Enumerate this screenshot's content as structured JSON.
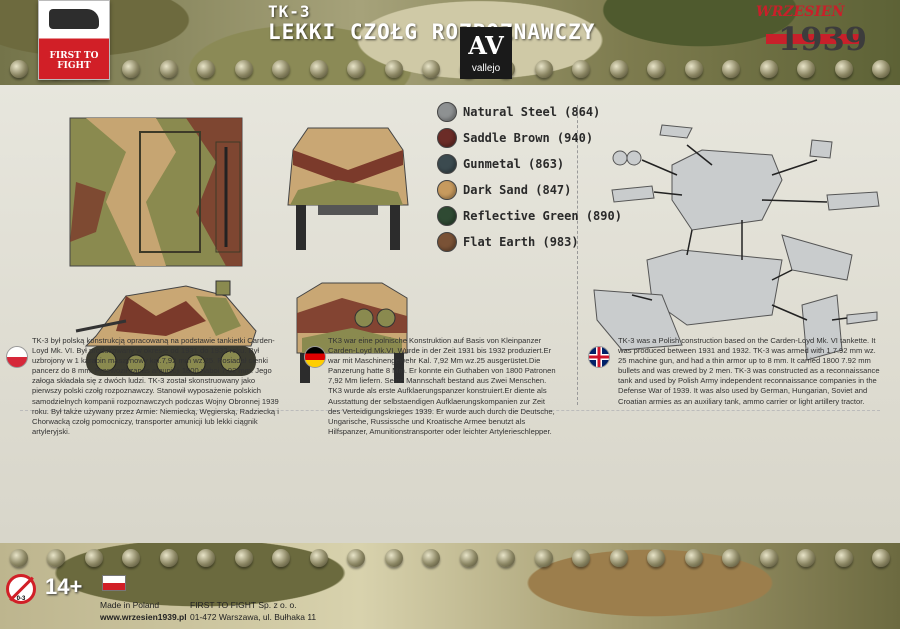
{
  "header": {
    "title_line1": "TK-3",
    "title_line2": "LEKKI CZOŁG ROZPOZNAWCZY",
    "logo_left_text": "FIRST TO FIGHT",
    "logo_right_text": "WRZESIEŃ",
    "logo_right_year": "1939"
  },
  "paint_brand": {
    "mark": "AV",
    "name": "vallejo"
  },
  "paints": [
    {
      "label": "Natural Steel (864)",
      "color": "#8e9192"
    },
    {
      "label": "Saddle Brown (940)",
      "color": "#6b2c27"
    },
    {
      "label": "Gunmetal (863)",
      "color": "#3b4a4f"
    },
    {
      "label": "Dark Sand (847)",
      "color": "#c79a5e"
    },
    {
      "label": "Reflective Green (890)",
      "color": "#2f4a33"
    },
    {
      "label": "Flat Earth (983)",
      "color": "#7a5236"
    }
  ],
  "descriptions": {
    "pl": "TK-3 był polską konstrukcją opracowaną na podstawie tankietki Carden-Loyd Mk. VI. Był produkowany w okresie od 1931 do 1932 roku. Był uzbrojony w 1 karabin maszynowy kal.7,92 mm wz.25. Posiadał cienki pancerz do 8 mm. Przewoził zapas amunicji 1800 naboi 7,92 mm. Jego załoga składała się z dwóch ludzi. TK-3 został skonstruowany jako pierwszy polski czołg rozpoznawczy. Stanowił wyposażenie polskich samodzielnych kompanii rozpoznawczych podczas Wojny Obronnej 1939 roku. Był także używany przez Armie: Niemiecką, Węgierską, Radziecką i Chorwacką czołg pomocniczy, transporter amunicji lub lekki ciągnik artyleryjski.",
    "de": "TK3 war eine polnische Konstruktion auf Basis von Kleinpanzer Carden-Loyd Mk.VI. Wurde in der Zeit 1931 bis 1932 produziert.Er war mit Maschinengewehr Kal. 7,92 Mm wz.25 ausgerüstet.Die Panzerung hatte 8 Mm. Er konnte ein Guthaben von 1800 Patronen 7,92 Mm liefern. Seine Mannschaft bestand aus Zwei Menschen. TK3 wurde als erste Aufklaerungspanzer konstruiert.Er diente als Ausstattung der selbstaendigen Aufklaerungskompanien zur Zeit des Verteidigungskrieges 1939. Er wurde auch durch die Deutsche, Ungarische, Russissche und Kroatische Armee benutzt als Hilfspanzer, Amunitionstransporter oder leichter Artylerieschlepper.",
    "en": "TK-3 was a Polish construction based on the Carden-Loyd Mk. VI tankette. It was produced between 1931 and 1932. TK-3 was armed with 1 7.92 mm wz. 25 machine gun, and had a thin armor up to 8 mm. It carried 1800 7.92 mm bullets and was crewed by 2 men. TK-3 was constructed as a reconnaissance tank and used by Polish Army independent reconnaissance companies in the Defense War of 1939. It was also used by German, Hungarian, Soviet and Croatian armies as an auxiliary tank, ammo carrier or light artillery tractor."
  },
  "footer": {
    "age_sign_small": "0-3",
    "age": "14+",
    "made_in": "Made in Poland",
    "website": "www.wrzesien1939.pl",
    "company": "FIRST TO FIGHT Sp. z o. o.",
    "address": "01-472 Warszawa, ul. Bułhaka 11"
  },
  "colors": {
    "camo_tan": "#c9a774",
    "camo_brown": "#7b3a2b",
    "camo_green": "#8a8a4f",
    "model_grey": "#c9cccd"
  }
}
